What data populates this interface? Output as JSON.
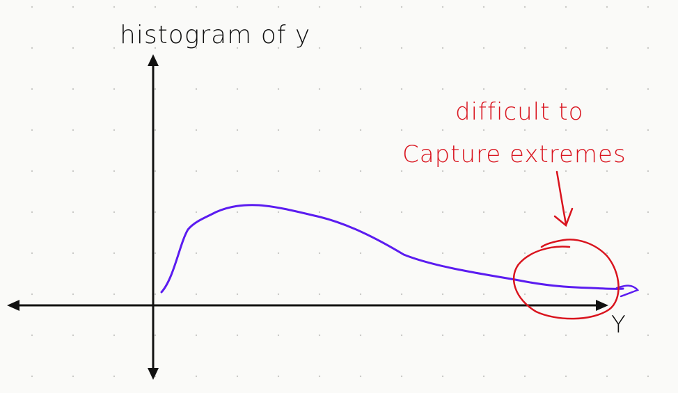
{
  "title": "histogram of y",
  "x_axis_label": "Y",
  "annotation": {
    "line1": "difficult to",
    "line2": "Capture extremes"
  },
  "colors": {
    "background": "#fafaf8",
    "grid_dot": "#c9c9c6",
    "axis": "#111111",
    "curve": "#5b1cf0",
    "annotation": "#d9141e"
  }
}
